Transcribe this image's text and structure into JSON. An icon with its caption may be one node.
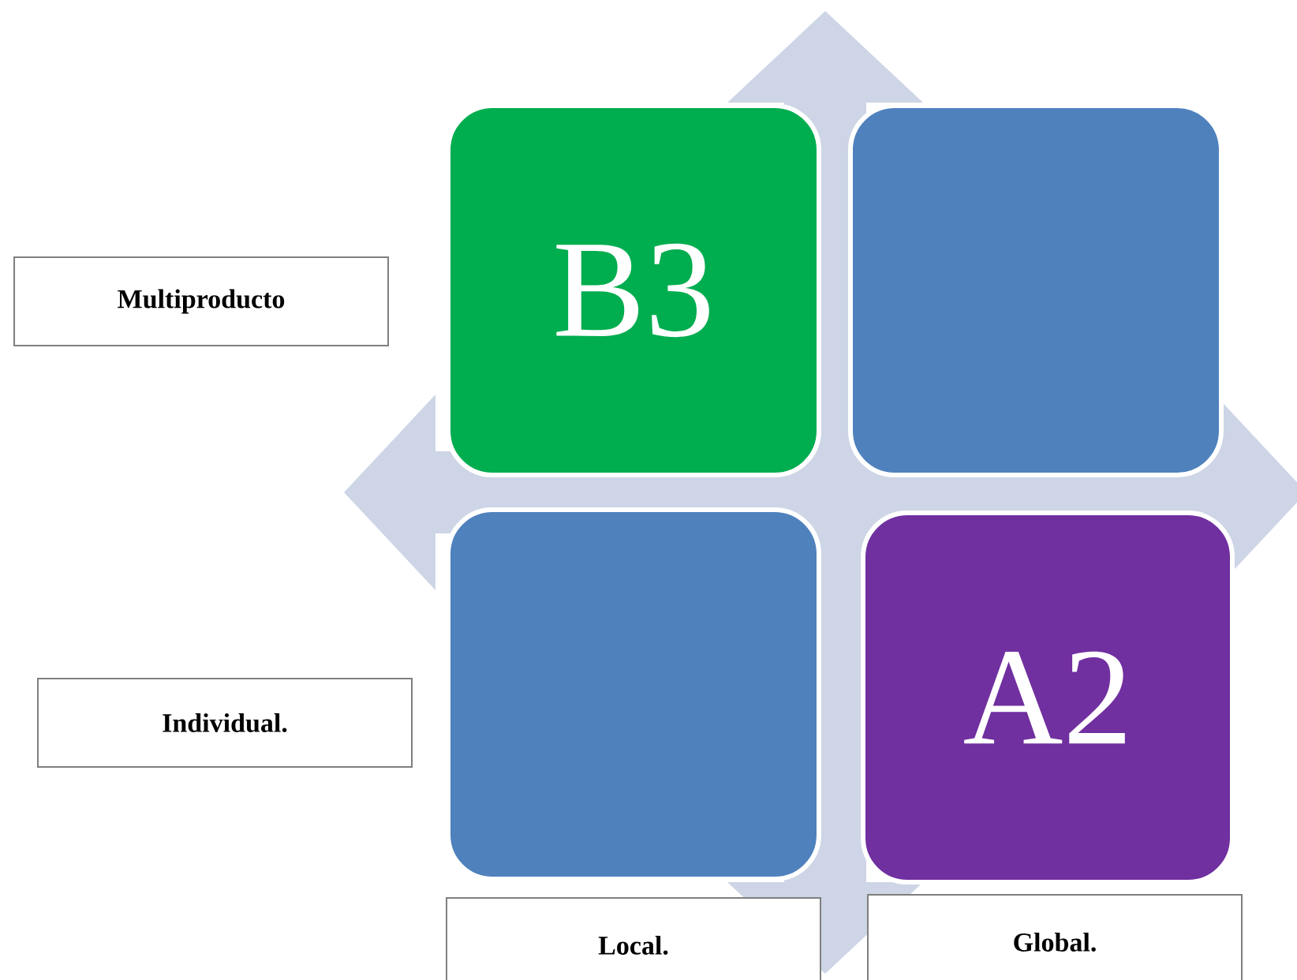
{
  "diagram": {
    "nodes": [
      {
        "text": [
          "Multiproducto"
        ]
      },
      {
        "text": [
          "B3"
        ]
      },
      {
        "text": [],
        "shape": "box"
      },
      {
        "text": [
          "Individual."
        ]
      },
      {
        "text": [],
        "shape": "box"
      },
      {
        "text": [
          "A2"
        ]
      },
      {
        "text": [
          "Local."
        ]
      },
      {
        "text": [
          "Global."
        ]
      }
    ]
  }
}
